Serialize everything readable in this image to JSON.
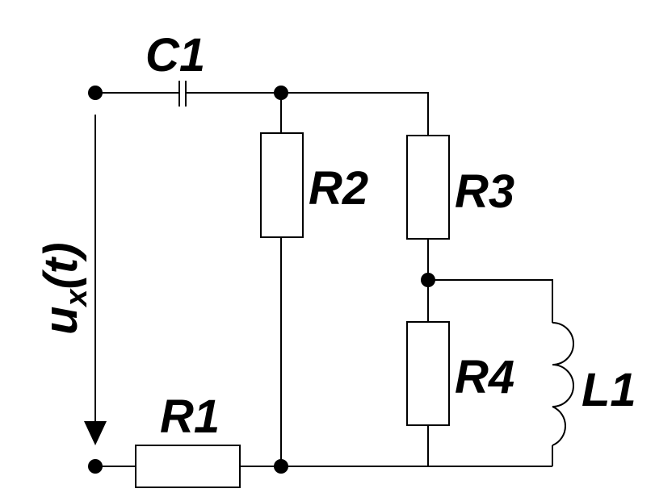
{
  "components": {
    "c1": "C1",
    "r1": "R1",
    "r2": "R2",
    "r3": "R3",
    "r4": "R4",
    "l1": "L1"
  },
  "source": {
    "symbol": "u",
    "subscript": "x",
    "argument": "(t)"
  },
  "colors": {
    "line": "#000000",
    "background": "#ffffff"
  }
}
